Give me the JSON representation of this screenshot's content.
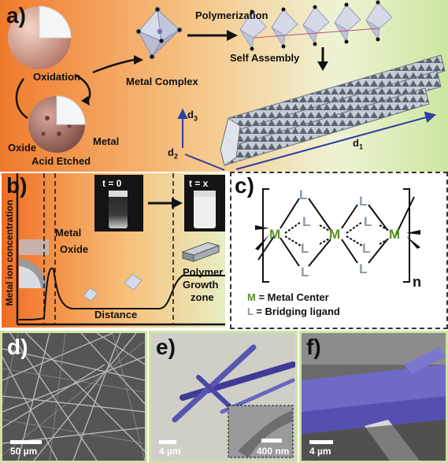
{
  "panel_a": {
    "label": "a)",
    "oxidation": "Oxidation",
    "acid_etched": "Acid Etched",
    "oxide": "Oxide",
    "metal": "Metal",
    "metal_complex": "Metal Complex",
    "polymerization": "Polymerization",
    "self_assembly": "Self Assembly",
    "d1": "d",
    "d1_sub": "1",
    "d2": "d",
    "d2_sub": "2",
    "d3": "d",
    "d3_sub": "3"
  },
  "panel_b": {
    "label": "b)",
    "y_axis": "Metal ion concentration",
    "x_axis": "Distance",
    "metal": "Metal",
    "oxide": "Oxide",
    "t0": "t = 0",
    "tx": "t = x",
    "polymer_growth_zone": [
      "Polymer",
      "Growth",
      "zone"
    ]
  },
  "panel_c": {
    "label": "c)",
    "metal_letter": "M",
    "ligand_letter": "L",
    "subscript_n": "n",
    "legend_m": "= Metal Center",
    "legend_l": "= Bridging ligand"
  },
  "panel_d": {
    "label": "d)",
    "scale": "50 µm"
  },
  "panel_e": {
    "label": "e)",
    "scale": "4 µm",
    "inset_scale": "400 nm"
  },
  "panel_f": {
    "label": "f)",
    "scale": "4 µm"
  },
  "colors": {
    "metal_green": "#5f8f2a",
    "ligand_gray": "#8a9aa6",
    "rod_purple": "#5a55b0",
    "orange": "#f08a3c"
  }
}
